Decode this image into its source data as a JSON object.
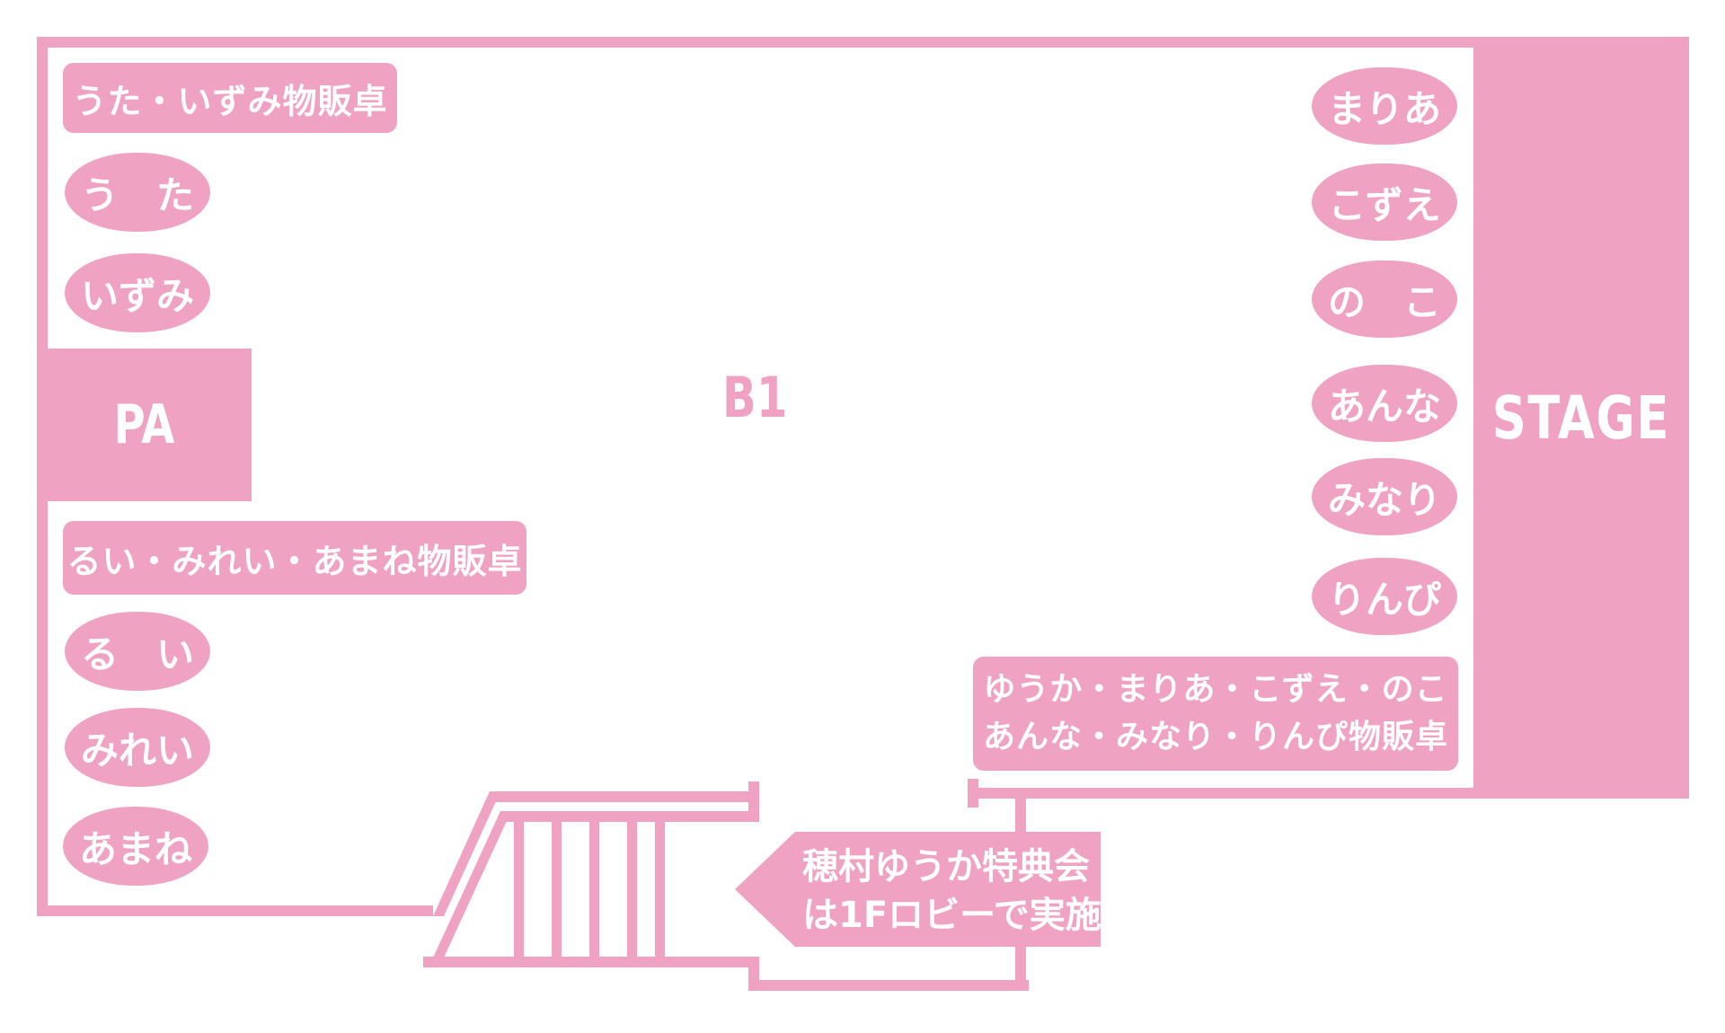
{
  "palette": {
    "pink": "#F0A2C2",
    "white": "#ffffff"
  },
  "floor": {
    "label": "B1"
  },
  "stage": {
    "label": "STAGE"
  },
  "pa": {
    "label": "PA"
  },
  "uta_izumi_group": {
    "table_label": "うた・いずみ物販卓",
    "ovals": [
      {
        "label": "う　た"
      },
      {
        "label": "いずみ"
      }
    ]
  },
  "rui_mirei_amane_group": {
    "table_label": "るい・みれい・あまね物販卓",
    "ovals": [
      {
        "label": "る　い"
      },
      {
        "label": "みれい"
      },
      {
        "label": "あまね"
      }
    ]
  },
  "stage_side_group": {
    "ovals": [
      {
        "label": "まりあ"
      },
      {
        "label": "こずえ"
      },
      {
        "label": "の　こ"
      },
      {
        "label": "あんな"
      },
      {
        "label": "みなり"
      },
      {
        "label": "りんぴ"
      }
    ],
    "table_label_line1": "ゆうか・まりあ・こずえ・のこ",
    "table_label_line2": "あんな・みなり・りんぴ物販卓"
  },
  "stairs_note": {
    "line1": "穂村ゆうか特典会",
    "line2": "は1Fロビーで実施"
  }
}
